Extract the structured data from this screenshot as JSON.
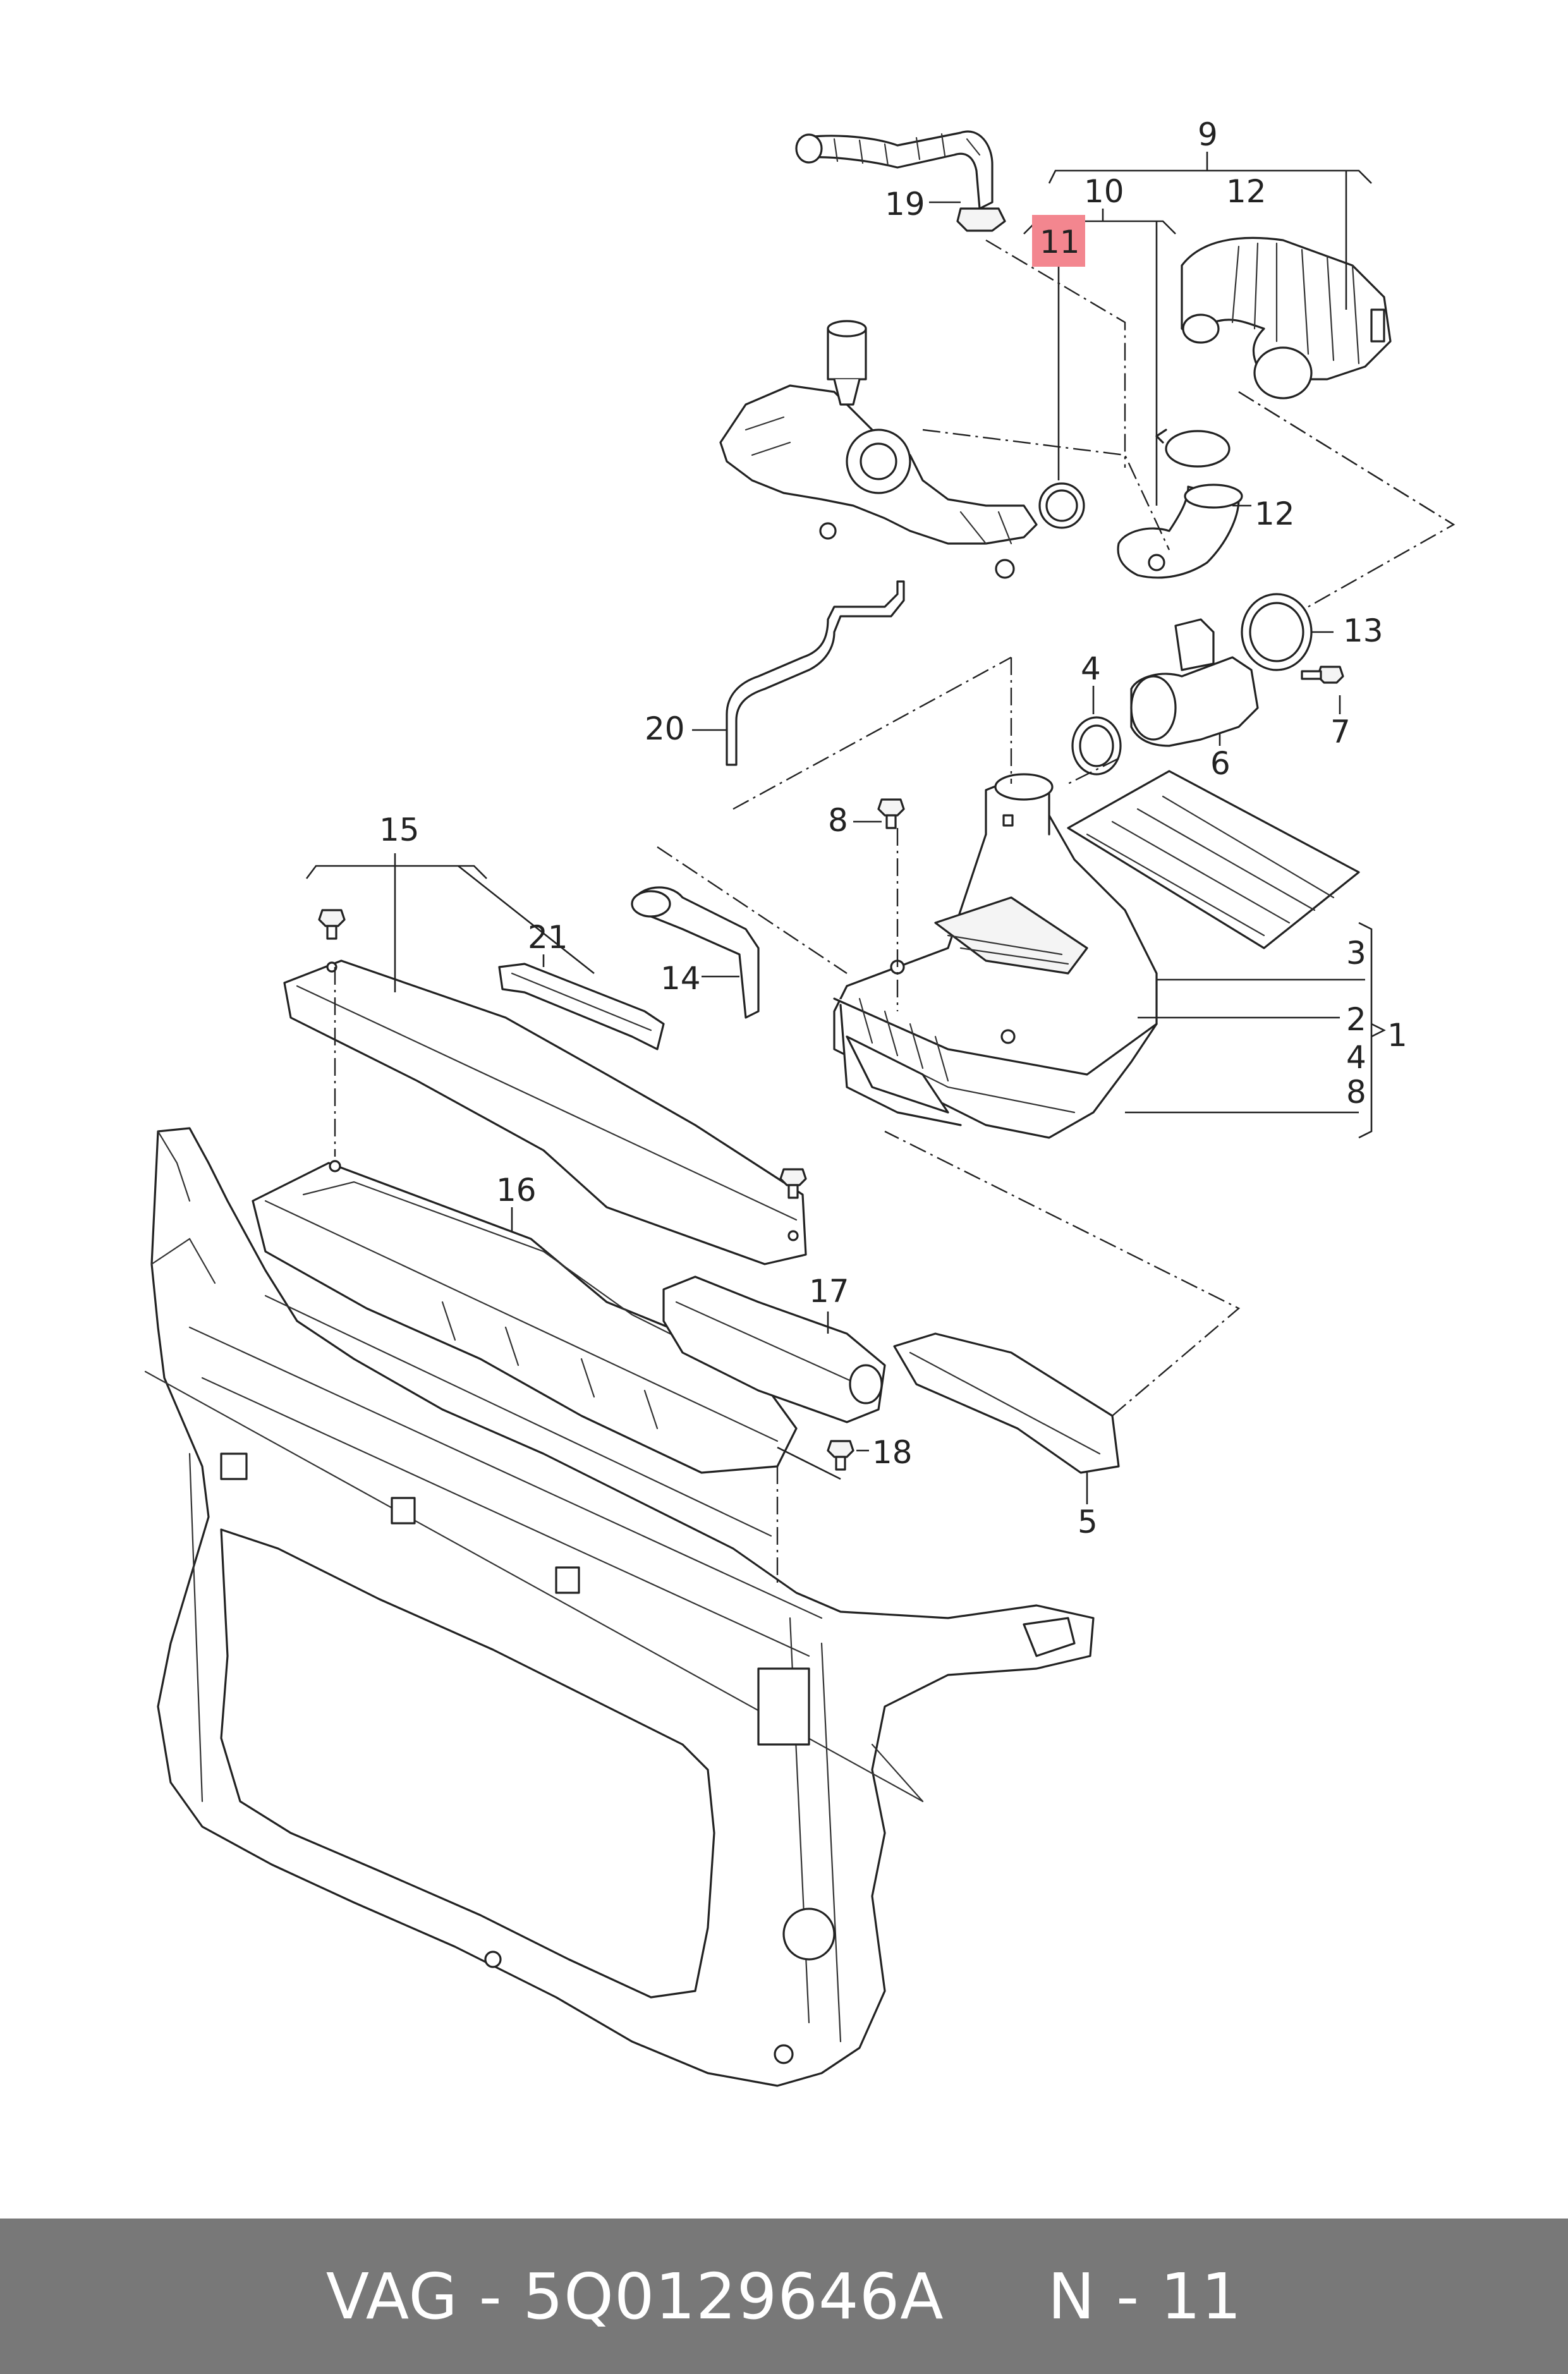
{
  "callouts": {
    "c1": "1",
    "c2": "2",
    "c3": "3",
    "c4a": "4",
    "c4b": "4",
    "c5": "5",
    "c6": "6",
    "c7": "7",
    "c8a": "8",
    "c8b": "8",
    "c9": "9",
    "c10": "10",
    "c11": "11",
    "c12a": "12",
    "c12b": "12",
    "c13": "13",
    "c14": "14",
    "c15": "15",
    "c16": "16",
    "c17": "17",
    "c18": "18",
    "c19": "19",
    "c20": "20",
    "c21": "21"
  },
  "highlighted_callout": "11",
  "highlight_color": "#f3868f",
  "footer": {
    "text": "VAG - 5Q0129646A     N - 11",
    "background": "#787878"
  }
}
